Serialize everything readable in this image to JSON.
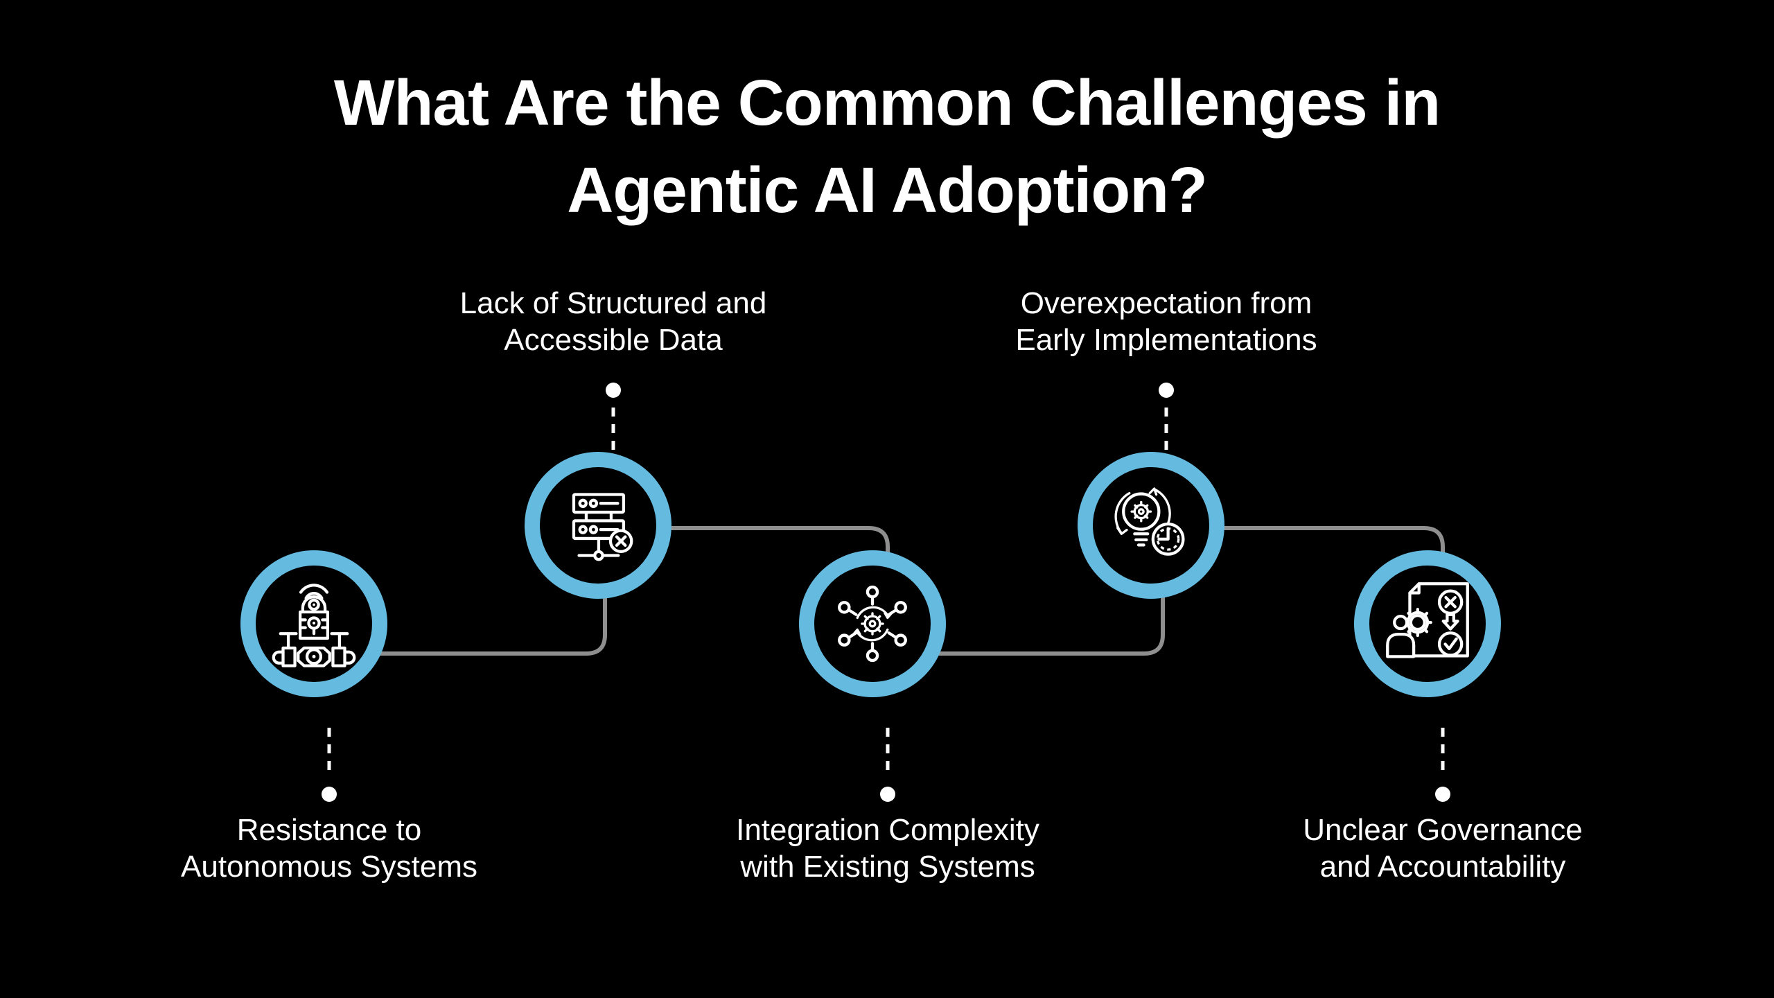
{
  "title": {
    "line1": "What Are the Common Challenges in",
    "line2": "Agentic AI Adoption?"
  },
  "nodes": [
    {
      "id": 1,
      "label_line1": "Resistance to",
      "label_line2": "Autonomous Systems",
      "label_position": "bottom",
      "icon": "autonomous-robot-lock-icon"
    },
    {
      "id": 2,
      "label_line1": "Lack of Structured and",
      "label_line2": "Accessible Data",
      "label_position": "top",
      "icon": "server-data-error-icon"
    },
    {
      "id": 3,
      "label_line1": "Integration Complexity",
      "label_line2": "with Existing Systems",
      "label_position": "bottom",
      "icon": "integration-hub-gear-icon"
    },
    {
      "id": 4,
      "label_line1": "Overexpectation from",
      "label_line2": "Early Implementations",
      "label_position": "top",
      "icon": "idea-gear-clock-icon"
    },
    {
      "id": 5,
      "label_line1": "Unclear Governance",
      "label_line2": "and Accountability",
      "label_position": "bottom",
      "icon": "governance-checklist-icon"
    }
  ],
  "colors": {
    "background": "#000000",
    "accent": "#64BADF",
    "connector": "#8F8F8F",
    "text": "#FFFFFF"
  }
}
